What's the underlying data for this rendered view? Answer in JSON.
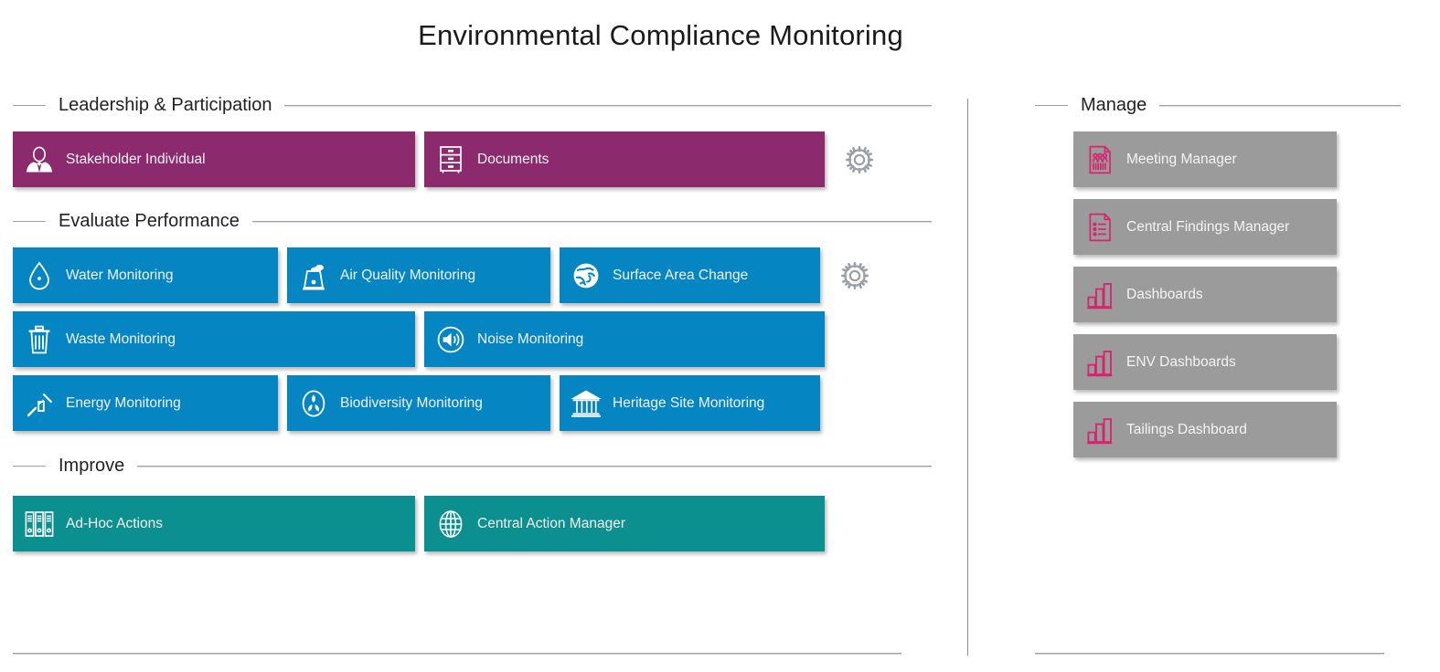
{
  "header": {
    "title": "Environmental Compliance Monitoring"
  },
  "colors": {
    "purple": "#8c2a6e",
    "blue": "#0586c2",
    "teal": "#0c8f8f",
    "gray": "#9b9b9b",
    "icon_crimson": "#d6246e",
    "rule": "#9aa0a6",
    "gear": "#9aa0a6",
    "text_dark": "#1a1a1a",
    "tile_text": "#f2f2f2"
  },
  "left_column": {
    "sections": [
      {
        "label": "Leadership & Participation",
        "has_gear": true,
        "rows": [
          {
            "tiles": [
              {
                "label": "Stakeholder Individual",
                "icon": "person-icon",
                "color": "purple",
                "width": "w-440"
              },
              {
                "label": "Documents",
                "icon": "filing-cabinet-icon",
                "color": "purple",
                "width": "w-438"
              }
            ]
          }
        ]
      },
      {
        "label": "Evaluate Performance",
        "has_gear": true,
        "rows": [
          {
            "tiles": [
              {
                "label": "Water Monitoring",
                "icon": "water-drop-icon",
                "color": "blue",
                "width": "w-290"
              },
              {
                "label": "Air Quality Monitoring",
                "icon": "factory-icon",
                "color": "blue",
                "width": "w-288"
              },
              {
                "label": "Surface Area Change",
                "icon": "globe-icon",
                "color": "blue",
                "width": "w-285"
              }
            ]
          },
          {
            "tiles": [
              {
                "label": "Waste Monitoring",
                "icon": "trash-bin-icon",
                "color": "blue",
                "width": "w-440"
              },
              {
                "label": "Noise Monitoring",
                "icon": "speaker-icon",
                "color": "blue",
                "width": "w-438"
              }
            ]
          },
          {
            "tiles": [
              {
                "label": "Energy Monitoring",
                "icon": "power-plug-icon",
                "color": "blue",
                "width": "w-290"
              },
              {
                "label": "Biodiversity Monitoring",
                "icon": "leaves-icon",
                "color": "blue",
                "width": "w-288"
              },
              {
                "label": "Heritage Site Monitoring",
                "icon": "temple-icon",
                "color": "blue",
                "width": "w-285"
              }
            ]
          }
        ]
      },
      {
        "label": "Improve",
        "has_gear": false,
        "rows": [
          {
            "tiles": [
              {
                "label": "Ad-Hoc Actions",
                "icon": "binders-icon",
                "color": "teal",
                "width": "w-440"
              },
              {
                "label": "Central Action Manager",
                "icon": "globe-grid-icon",
                "color": "teal",
                "width": "w-438"
              }
            ]
          }
        ]
      }
    ]
  },
  "right_column": {
    "section_label": "Manage",
    "has_gear": true,
    "tiles": [
      {
        "label": "Meeting Manager",
        "icon": "meeting-document-icon",
        "color": "gray"
      },
      {
        "label": "Central Findings Manager",
        "icon": "findings-list-document-icon",
        "color": "gray"
      },
      {
        "label": "Dashboards",
        "icon": "bar-chart-icon",
        "color": "gray"
      },
      {
        "label": "ENV Dashboards",
        "icon": "bar-chart-icon",
        "color": "gray"
      },
      {
        "label": "Tailings Dashboard",
        "icon": "bar-chart-icon",
        "color": "gray"
      }
    ]
  },
  "icons": {
    "gear": "gear-icon"
  }
}
